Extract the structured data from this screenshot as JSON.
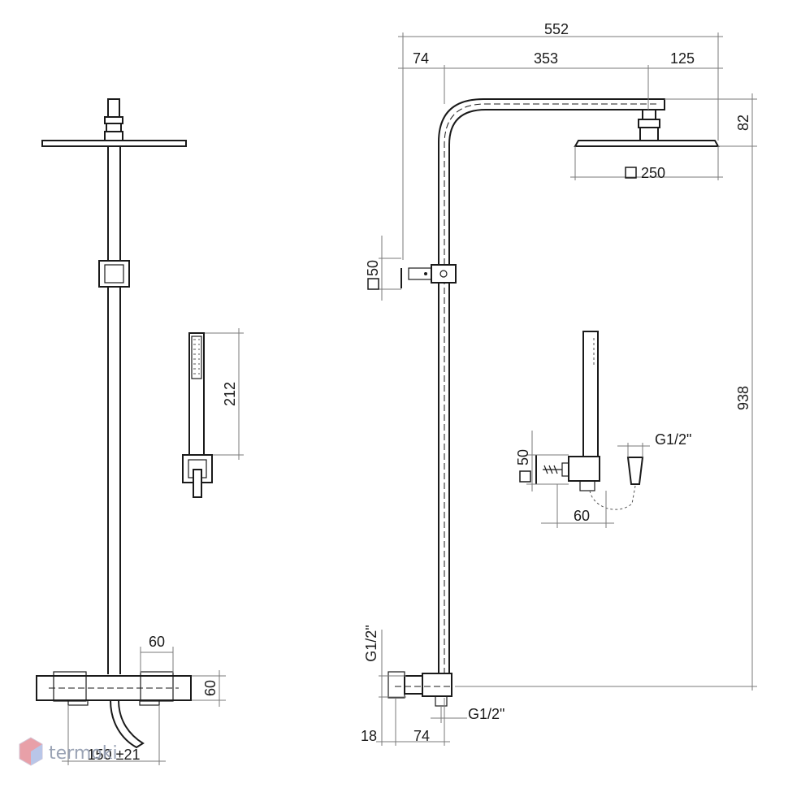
{
  "left_view": {
    "handshower_length": "212",
    "mixer_width": "60",
    "mixer_height": "60",
    "centres": "150 ±21"
  },
  "right_view": {
    "overall_width": "552",
    "offset_left": "74",
    "arm_length": "353",
    "head_offset": "125",
    "head_drop": "82",
    "head_size": "250",
    "bracket_size": "50",
    "total_height": "938",
    "holder_size": "50",
    "holder_offset": "60",
    "hose_thread": "G1/2\"",
    "inlet_thread_top": "G1/2\"",
    "inlet_thread_bottom": "G1/2\"",
    "wall_depth": "18",
    "wall_offset": "74"
  },
  "watermark": {
    "text": "termoki"
  },
  "colors": {
    "line": "#1a1a1a",
    "dimension": "#7a7a7a",
    "watermark": "#9aa3b5"
  }
}
